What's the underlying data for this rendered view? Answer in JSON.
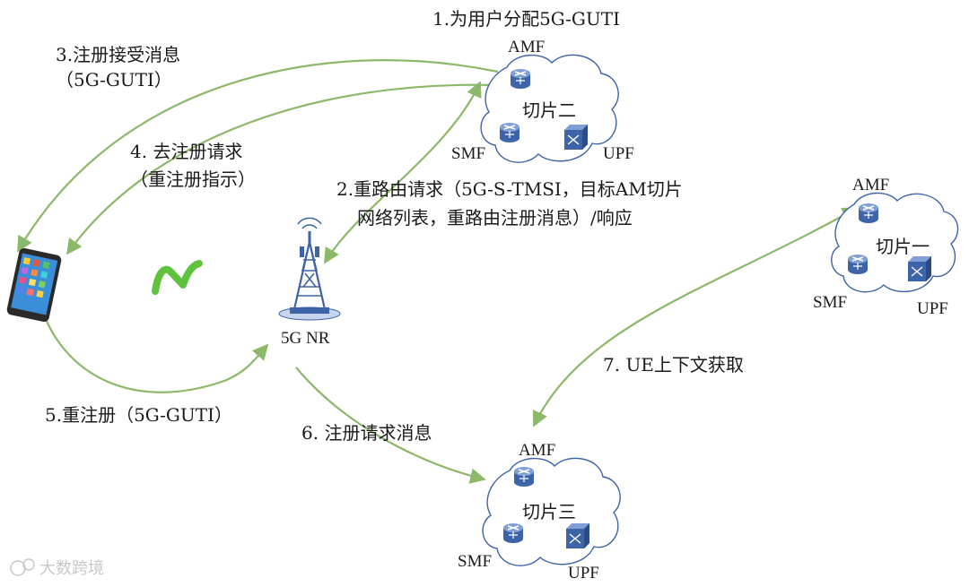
{
  "steps": {
    "s1": "1.为用户分配5G-GUTI",
    "s2_line1": "2.重路由请求（5G-S-TMSI，目标AM切片",
    "s2_line2": "网络列表，重路由注册消息）/响应",
    "s3_line1": "3.注册接受消息",
    "s3_line2": "（5G-GUTI）",
    "s4_line1": "4. 去注册请求",
    "s4_line2": "（重注册指示）",
    "s5": "5.重注册（5G-GUTI）",
    "s6": "6. 注册请求消息",
    "s7": "7. UE上下文获取"
  },
  "nodes": {
    "gnb_label": "5G NR",
    "slice2": {
      "name": "切片二",
      "amf": "AMF",
      "smf": "SMF",
      "upf": "UPF"
    },
    "slice1": {
      "name": "切片一",
      "amf": "AMF",
      "smf": "SMF",
      "upf": "UPF"
    },
    "slice3": {
      "name": "切片三",
      "amf": "AMF",
      "smf": "SMF",
      "upf": "UPF"
    }
  },
  "watermark": "大数跨境",
  "colors": {
    "arrow": "#8cb86a",
    "node_blue": "#3d63a8",
    "node_light": "#7f9fd6",
    "phone_body": "#2a2a2a",
    "logo_green": "#5fc23c"
  },
  "icons": [
    "smartphone-icon",
    "cell-tower-icon",
    "router-icon",
    "switch-icon",
    "cloud-icon",
    "app-logo-icon"
  ]
}
